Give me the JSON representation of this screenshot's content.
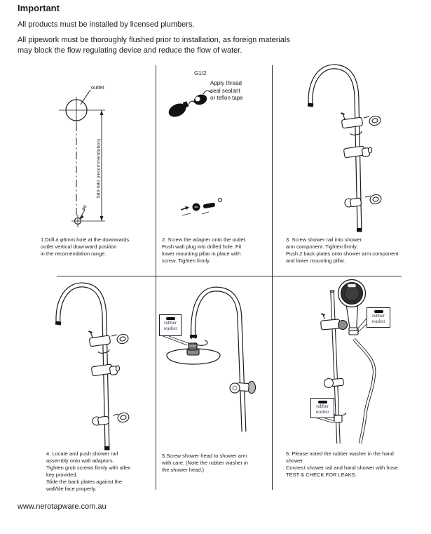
{
  "header": {
    "title": "Important",
    "intro1": "All products must be installed by licensed plumbers.",
    "intro2": "All pipework must be thoroughly flushed prior to installation, as foreign materials\nmay block the flow regulating device and reduce the flow of water."
  },
  "panels": {
    "p1": {
      "caption": "1.Drill a φ6mm hole at the downwards\noutlet vertical downward position\nin the recomendation range.",
      "labels": {
        "outlet": "outlet",
        "dimension": "580-680 (recommendation)",
        "hole_dia": "φ6"
      }
    },
    "p2": {
      "caption": "2. Screw the adapter onto the outlet.\nPush wall plug into drilled hole. Fit\nlower mounting pillar in place with\nscrew. Tighten firmly.",
      "labels": {
        "thread_size": "G1/2",
        "sealant_note": "Apply thread\nseal sealant\nor teflon tape"
      }
    },
    "p3": {
      "caption": "3. Screw shower rail into shower\narm component. Tighten firmly.\nPush 2 back plates onto shower arm component\nand lower mounting pillar."
    },
    "p4": {
      "caption": "4. Locate and push shower rail\nassembly onto wall adaptors.\nTighten grub screws firmly with allen\nkey provided.\nSlide the back plates against the\nwall/tile face properly."
    },
    "p5": {
      "caption": "5.Screw shower head to shower arm\nwith care. (Note the rubber washer in\nthe shower head.)",
      "labels": {
        "washer": "rubber\nwasher"
      }
    },
    "p6": {
      "caption": "6. Please noted the rubber washer in the hand\nshower.\nConnect shower rail and hand shower with hose.\nTEST & CHECK FOR LEAKS.",
      "labels": {
        "washer_top": "rubber\nwasher",
        "washer_bottom": "rubber\nwasher"
      }
    }
  },
  "footer": {
    "url": "www.nerotapware.com.au"
  },
  "colors": {
    "ink": "#1c1c1c",
    "line": "#2e2e2e"
  }
}
